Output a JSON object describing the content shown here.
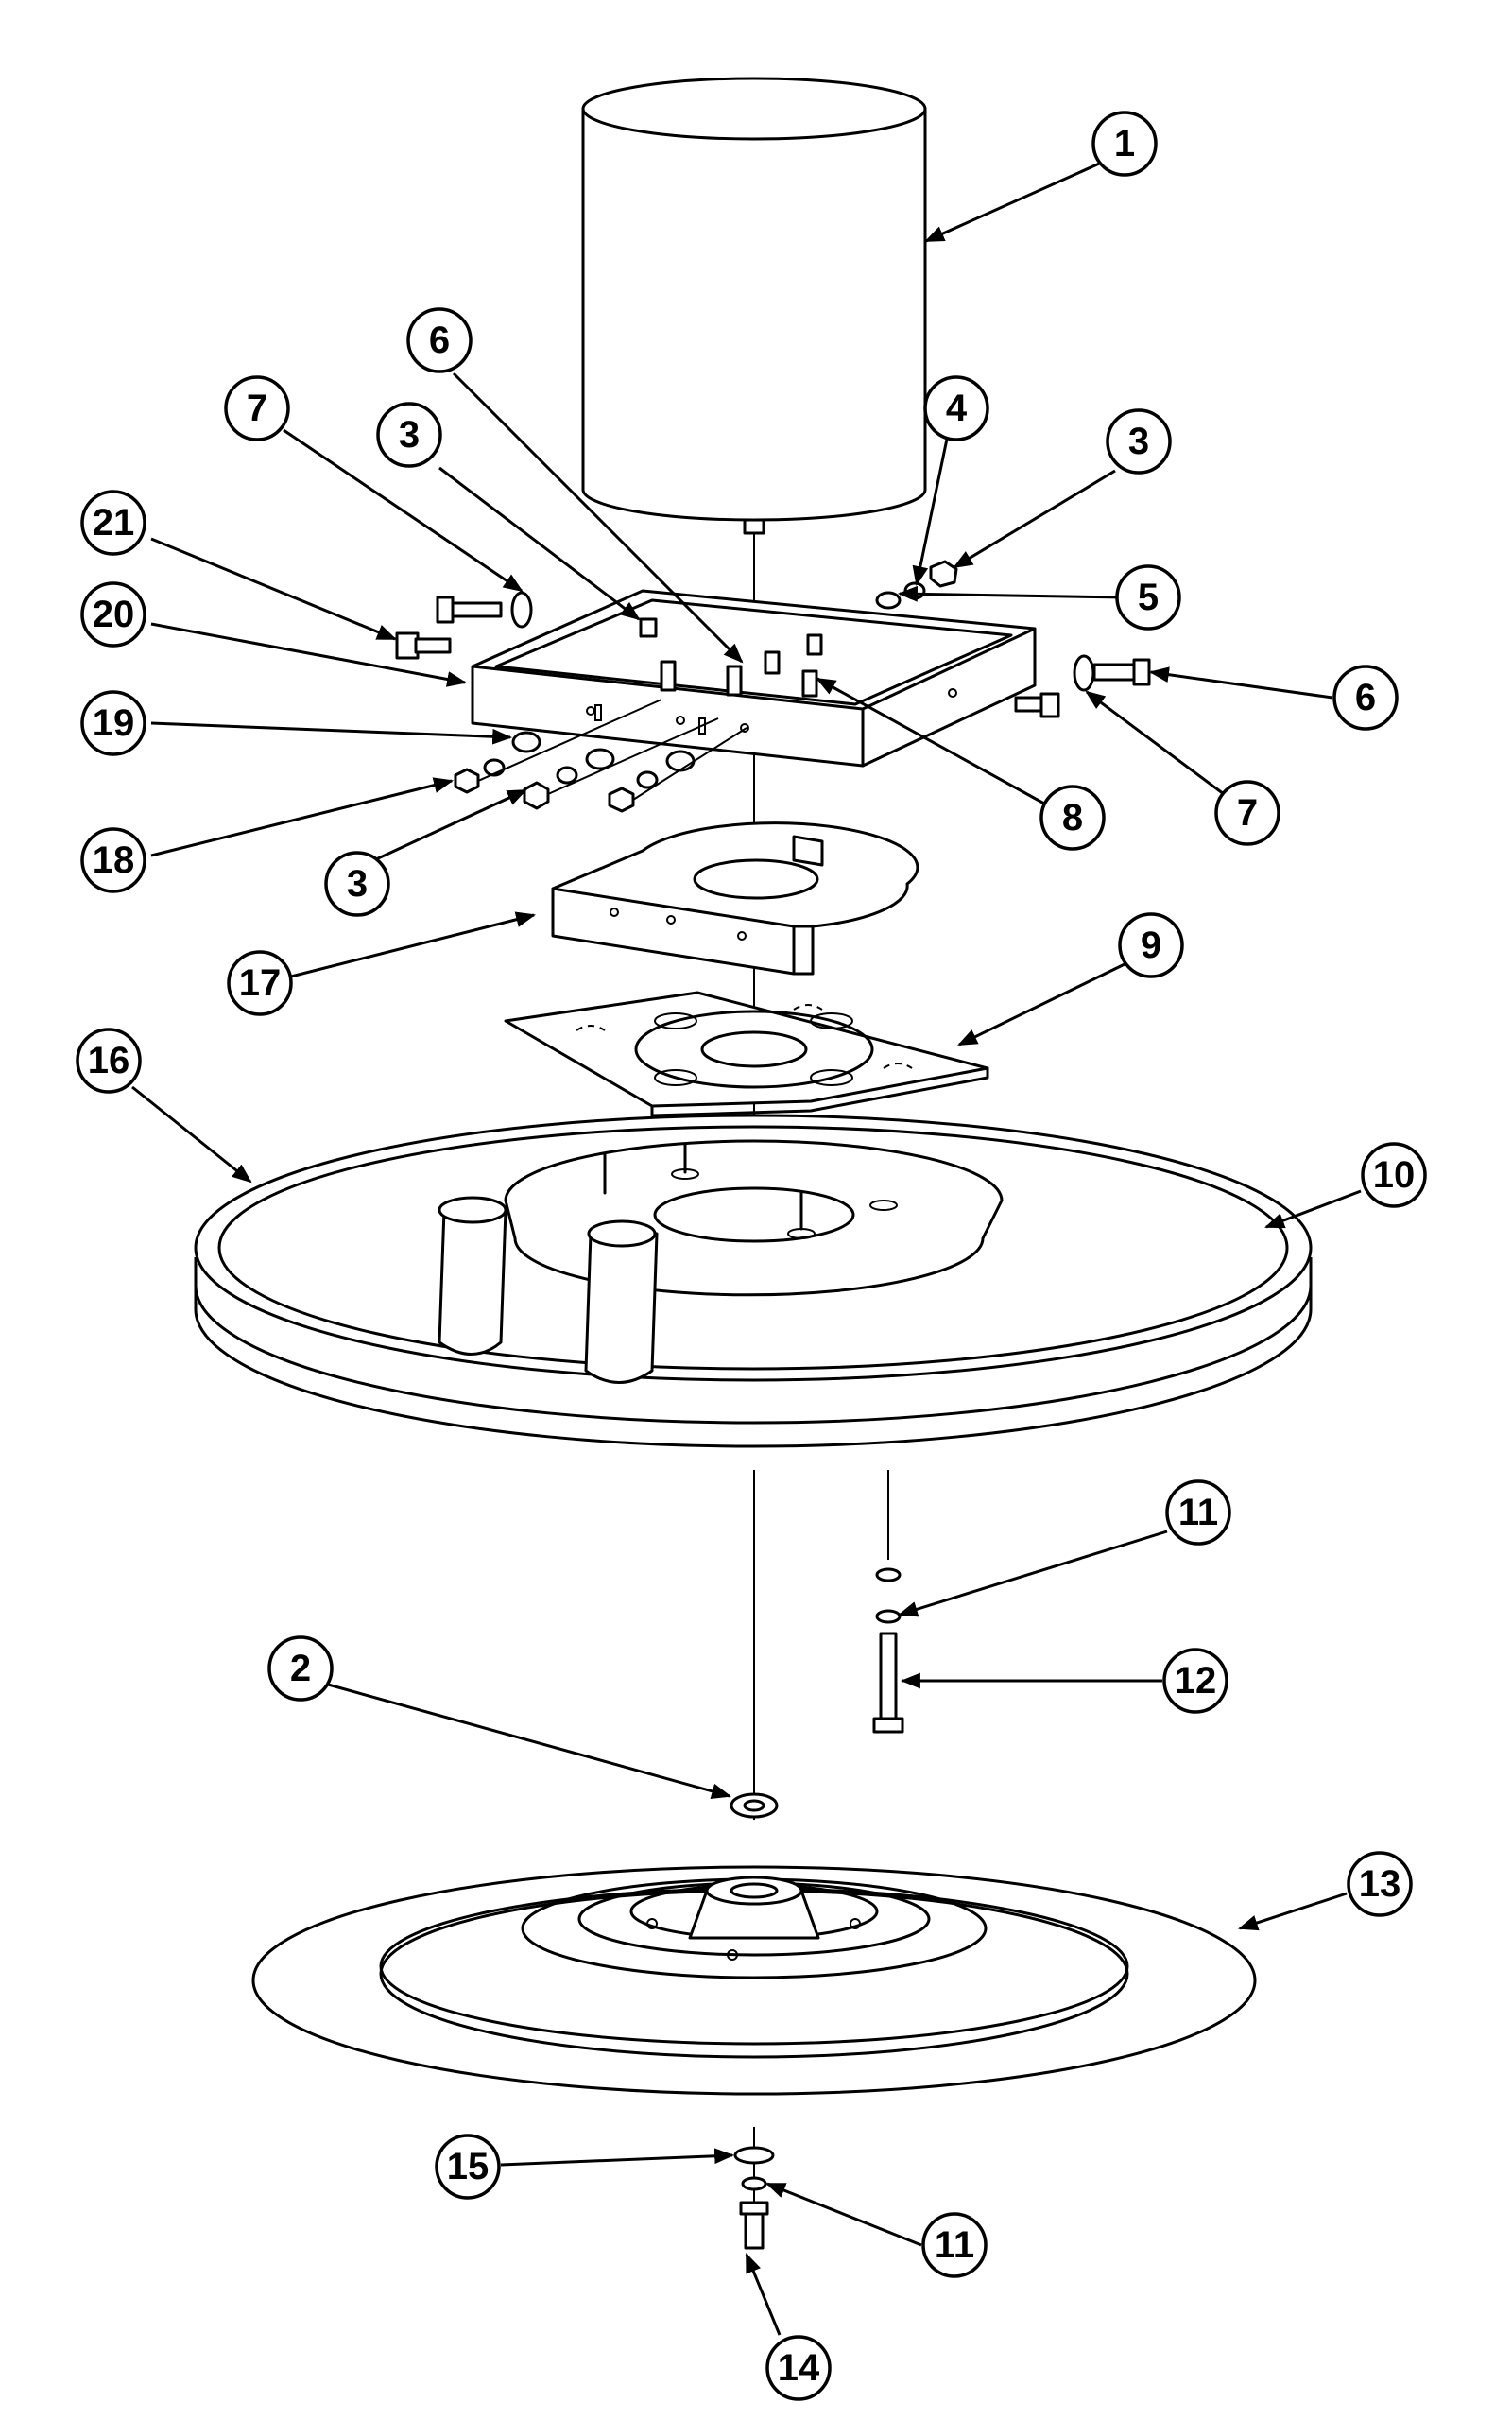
{
  "callouts": [
    {
      "id": "c1",
      "label": "1"
    },
    {
      "id": "c2",
      "label": "2"
    },
    {
      "id": "c3a",
      "label": "3"
    },
    {
      "id": "c3b",
      "label": "3"
    },
    {
      "id": "c3c",
      "label": "3"
    },
    {
      "id": "c4",
      "label": "4"
    },
    {
      "id": "c5",
      "label": "5"
    },
    {
      "id": "c6a",
      "label": "6"
    },
    {
      "id": "c6b",
      "label": "6"
    },
    {
      "id": "c7a",
      "label": "7"
    },
    {
      "id": "c7b",
      "label": "7"
    },
    {
      "id": "c8",
      "label": "8"
    },
    {
      "id": "c9",
      "label": "9"
    },
    {
      "id": "c10",
      "label": "10"
    },
    {
      "id": "c11a",
      "label": "11"
    },
    {
      "id": "c11b",
      "label": "11"
    },
    {
      "id": "c12",
      "label": "12"
    },
    {
      "id": "c13",
      "label": "13"
    },
    {
      "id": "c14",
      "label": "14"
    },
    {
      "id": "c15",
      "label": "15"
    },
    {
      "id": "c16",
      "label": "16"
    },
    {
      "id": "c17",
      "label": "17"
    },
    {
      "id": "c18",
      "label": "18"
    },
    {
      "id": "c19",
      "label": "19"
    },
    {
      "id": "c20",
      "label": "20"
    },
    {
      "id": "c21",
      "label": "21"
    }
  ]
}
